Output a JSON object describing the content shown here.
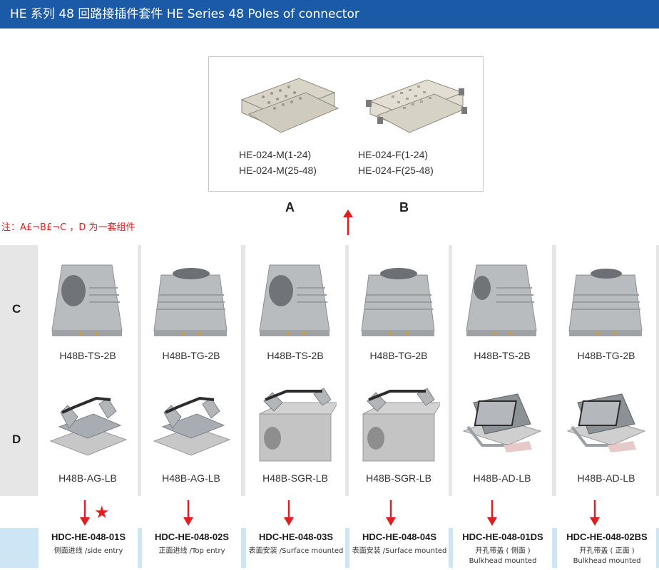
{
  "header": {
    "title": "HE 系列 48 回路接插件套件 HE Series 48 Poles of connector"
  },
  "inserts": {
    "a": {
      "letter": "A",
      "label1": "HE-024-M(1-24)",
      "label2": "HE-024-M(25-48)"
    },
    "b": {
      "letter": "B",
      "label1": "HE-024-F(1-24)",
      "label2": "HE-024-F(25-48)"
    }
  },
  "note": "注：A£¬B£¬C ，D 为一套组件",
  "rows": {
    "c": "C",
    "d": "D"
  },
  "columns": [
    {
      "hood": "H48B-TS-2B",
      "housing": "H48B-AG-LB",
      "code": "HDC-HE-048-01S",
      "desc": "侧面进线 /side entry",
      "desc2": "",
      "starred": true
    },
    {
      "hood": "H48B-TG-2B",
      "housing": "H48B-AG-LB",
      "code": "HDC-HE-048-02S",
      "desc": "正面进线 /Top entry",
      "desc2": "",
      "starred": false
    },
    {
      "hood": "H48B-TS-2B",
      "housing": "H48B-SGR-LB",
      "code": "HDC-HE-048-03S",
      "desc": "表面安装 /Surface mounted",
      "desc2": "",
      "starred": false
    },
    {
      "hood": "H48B-TG-2B",
      "housing": "H48B-SGR-LB",
      "code": "HDC-HE-048-04S",
      "desc": "表面安装 /Surface mounted",
      "desc2": "",
      "starred": false
    },
    {
      "hood": "H48B-TS-2B",
      "housing": "H48B-AD-LB",
      "code": "HDC-HE-048-01DS",
      "desc": "开孔带盖 ( 侧面 )",
      "desc2": "Bulkhead mounted",
      "starred": false
    },
    {
      "hood": "H48B-TG-2B",
      "housing": "H48B-AD-LB",
      "code": "HDC-HE-048-02BS",
      "desc": "开孔带盖 ( 正面 )",
      "desc2": "Bulkhead mounted",
      "starred": false
    }
  ],
  "colors": {
    "header_bg": "#1a5aa6",
    "accent_red": "#e02020",
    "strip_bg": "#cde6f5",
    "grid_bg": "#e6e6e6"
  },
  "icons": {
    "arrow": "red-arrow-icon",
    "star": "red-star-icon"
  }
}
